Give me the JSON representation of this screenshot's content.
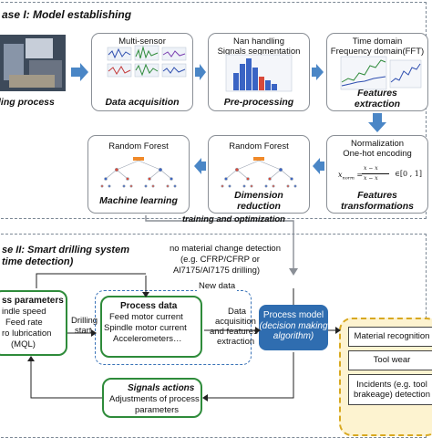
{
  "phase1": {
    "title": "ase I: Model establishing",
    "steps": [
      {
        "top": "",
        "bottom": "ling process"
      },
      {
        "top": "Multi-sensor",
        "bottom": "Data acquisition"
      },
      {
        "top_lines": [
          "Nan handling",
          "Signals segmentation"
        ],
        "bottom": "Pre-processing"
      },
      {
        "top_lines": [
          "Time domain",
          "Frequency domain(FFT)"
        ],
        "bottom_lines": [
          "Features",
          "extraction"
        ]
      },
      {
        "top_lines": [
          "Normalization",
          "One-hot encoding"
        ],
        "bottom_lines": [
          "Features",
          "transformations"
        ],
        "formula_lhs": "x",
        "formula_sub": "norm",
        "formula_num": "x − x",
        "formula_den": "x − x",
        "formula_rhs": "∈[0 , 1]"
      },
      {
        "top": "Random Forest",
        "bottom_lines": [
          "Dimension",
          "reduction"
        ]
      },
      {
        "top": "Random Forest",
        "bottom": "Machine learning"
      }
    ],
    "arrow_label": "training and optimization"
  },
  "phase2": {
    "title_lines": [
      "se II: Smart drilling system",
      "time detection)"
    ],
    "no_change_lines": [
      "no material change detection",
      "(e.g. CFRP/CFRP or",
      "Al7175/Al7175 drilling)"
    ],
    "new_data": "New data",
    "process_params": {
      "title": "ss parameters",
      "lines": [
        "indle speed",
        "Feed rate",
        "ro lubrication",
        "(MQL)"
      ]
    },
    "drilling_start": [
      "Drilling",
      "start"
    ],
    "process_data": {
      "title": "Process data",
      "lines": [
        "Feed motor current",
        "Spindle motor current",
        "Accelerometers…"
      ]
    },
    "acq_lines": [
      "Data",
      "acquisition",
      "and features",
      "extraction"
    ],
    "model": {
      "line1": "Process model",
      "line2": "(decision making",
      "line3": "algorithm)"
    },
    "actions": {
      "title": "Signals actions",
      "lines": [
        "Adjustments of process",
        "parameters"
      ]
    },
    "outputs": [
      "Material recognition",
      "Tool wear",
      "Incidents (e.g. tool brakeage) detection"
    ]
  },
  "colors": {
    "accent": "#2f6db0",
    "arrow": "#4a86c6",
    "green": "#2e8b3a",
    "yellow": "#fdf3d0"
  }
}
